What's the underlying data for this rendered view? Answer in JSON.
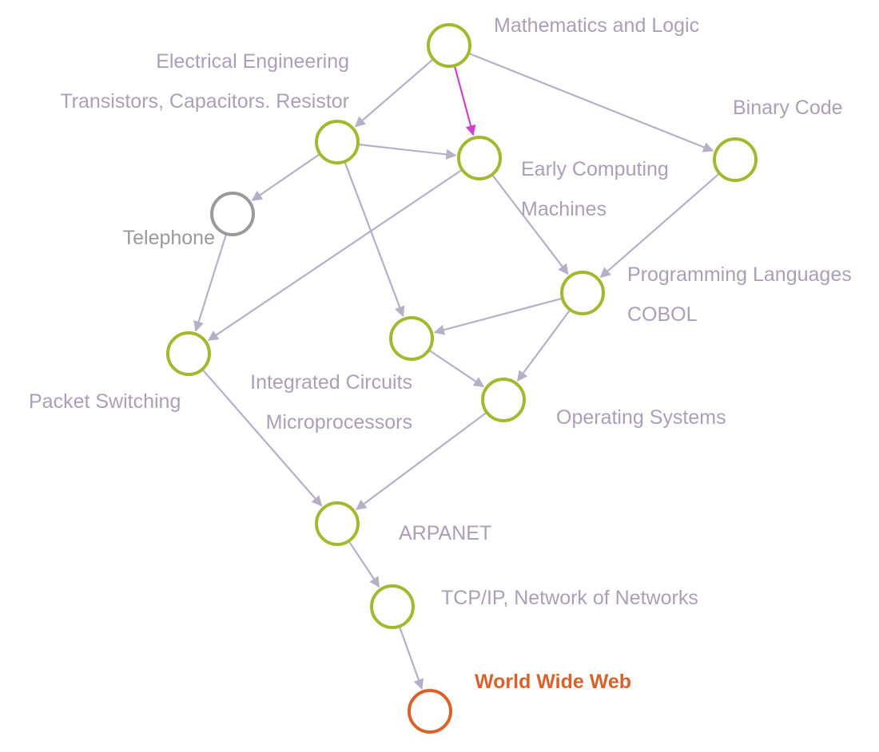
{
  "colors": {
    "node_default": "#a3b82e",
    "node_inactive": "#9a9a9a",
    "node_target": "#d9622a",
    "edge_default": "#b6afc6",
    "edge_highlight": "#cc44cc",
    "label_default": "#ab9fb7",
    "label_inactive": "#9a9a9a",
    "label_target": "#d9622a"
  },
  "nodes": [
    {
      "id": "math",
      "labels": [
        "Mathematics and Logic"
      ],
      "state": "default"
    },
    {
      "id": "elec",
      "labels": [
        "Electrical Engineering",
        "Transistors, Capacitors. Resistor"
      ],
      "state": "default"
    },
    {
      "id": "binary",
      "labels": [
        "Binary Code"
      ],
      "state": "default"
    },
    {
      "id": "early",
      "labels": [
        "Early Computing",
        "Machines"
      ],
      "state": "default"
    },
    {
      "id": "telephone",
      "labels": [
        "Telephone"
      ],
      "state": "inactive"
    },
    {
      "id": "prog",
      "labels": [
        "Programming Languages",
        "COBOL"
      ],
      "state": "default"
    },
    {
      "id": "ic",
      "labels": [
        "Integrated Circuits",
        "Microprocessors"
      ],
      "state": "default"
    },
    {
      "id": "packet",
      "labels": [
        "Packet Switching"
      ],
      "state": "default"
    },
    {
      "id": "os",
      "labels": [
        "Operating Systems"
      ],
      "state": "default"
    },
    {
      "id": "arpanet",
      "labels": [
        "ARPANET"
      ],
      "state": "default"
    },
    {
      "id": "tcpip",
      "labels": [
        "TCP/IP, Network of Networks"
      ],
      "state": "default"
    },
    {
      "id": "www",
      "labels": [
        "World Wide Web"
      ],
      "state": "target"
    }
  ],
  "edges": [
    {
      "from": "math",
      "to": "elec",
      "highlight": false
    },
    {
      "from": "math",
      "to": "early",
      "highlight": true
    },
    {
      "from": "math",
      "to": "binary",
      "highlight": false
    },
    {
      "from": "elec",
      "to": "early",
      "highlight": false
    },
    {
      "from": "elec",
      "to": "telephone",
      "highlight": false
    },
    {
      "from": "elec",
      "to": "ic",
      "highlight": false
    },
    {
      "from": "early",
      "to": "packet",
      "highlight": false
    },
    {
      "from": "early",
      "to": "prog",
      "highlight": false
    },
    {
      "from": "binary",
      "to": "prog",
      "highlight": false
    },
    {
      "from": "telephone",
      "to": "packet",
      "highlight": false
    },
    {
      "from": "prog",
      "to": "ic",
      "highlight": false
    },
    {
      "from": "prog",
      "to": "os",
      "highlight": false
    },
    {
      "from": "ic",
      "to": "os",
      "highlight": false
    },
    {
      "from": "packet",
      "to": "arpanet",
      "highlight": false
    },
    {
      "from": "os",
      "to": "arpanet",
      "highlight": false
    },
    {
      "from": "arpanet",
      "to": "tcpip",
      "highlight": false
    },
    {
      "from": "tcpip",
      "to": "www",
      "highlight": false
    }
  ]
}
